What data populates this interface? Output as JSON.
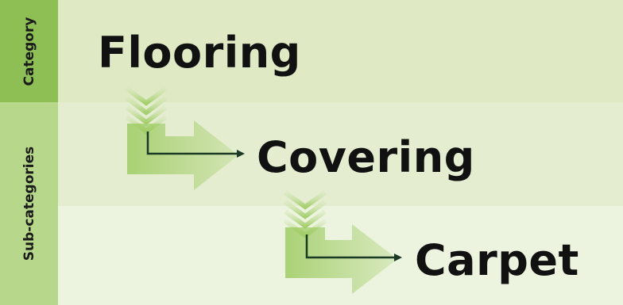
{
  "side_labels": {
    "category": "Category",
    "subcategories": "Sub-categories"
  },
  "hierarchy": {
    "category": "Flooring",
    "subcategory_1": "Covering",
    "subcategory_2": "Carpet"
  },
  "colors": {
    "category_bar": "#8ebf55",
    "subcategory_bar": "#b7d88a",
    "arrow_fill": "#9fcc64",
    "text": "#111111"
  }
}
